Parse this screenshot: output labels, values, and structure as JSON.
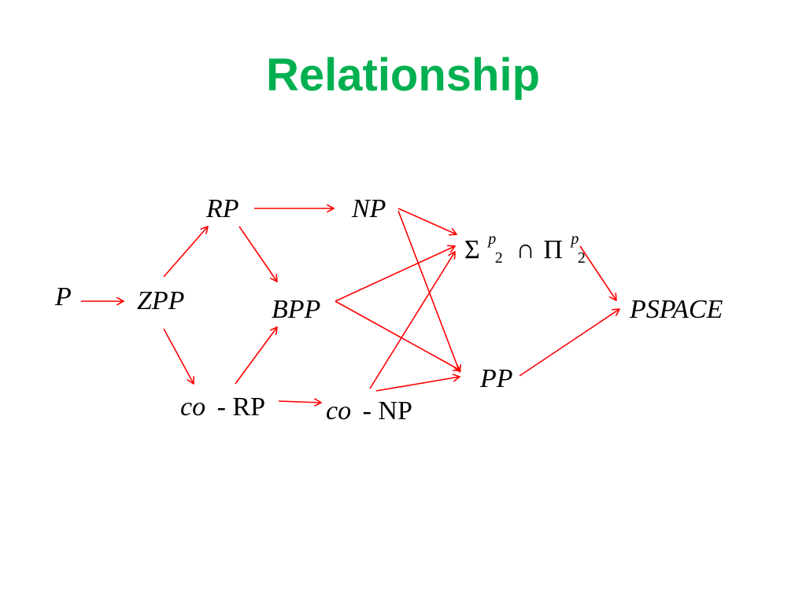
{
  "slide": {
    "title": "Relationship"
  },
  "diagram": {
    "edge_color": "#ff0000",
    "nodes": {
      "p": "P",
      "zpp": "ZPP",
      "rp": "RP",
      "co_rp_prefix": "co",
      "co_rp_rest": "- RP",
      "bpp": "BPP",
      "np": "NP",
      "co_np_prefix": "co",
      "co_np_rest": "- NP",
      "sigma_symbol": "Σ",
      "sigma_sup": "p",
      "sigma_sub": "2",
      "cap_symbol": "∩",
      "pi_symbol": "Π",
      "pi_sup": "p",
      "pi_sub": "2",
      "pp": "PP",
      "pspace": "PSPACE"
    },
    "edges": [
      {
        "from": "P",
        "to": "ZPP"
      },
      {
        "from": "ZPP",
        "to": "RP"
      },
      {
        "from": "ZPP",
        "to": "co-RP"
      },
      {
        "from": "RP",
        "to": "NP"
      },
      {
        "from": "RP",
        "to": "BPP"
      },
      {
        "from": "co-RP",
        "to": "BPP"
      },
      {
        "from": "co-RP",
        "to": "co-NP"
      },
      {
        "from": "NP",
        "to": "Σ2p ∩ Π2p"
      },
      {
        "from": "NP",
        "to": "PP"
      },
      {
        "from": "BPP",
        "to": "Σ2p ∩ Π2p"
      },
      {
        "from": "BPP",
        "to": "PP"
      },
      {
        "from": "co-NP",
        "to": "Σ2p ∩ Π2p"
      },
      {
        "from": "co-NP",
        "to": "PP"
      },
      {
        "from": "Σ2p ∩ Π2p",
        "to": "PSPACE"
      },
      {
        "from": "PP",
        "to": "PSPACE"
      }
    ]
  }
}
